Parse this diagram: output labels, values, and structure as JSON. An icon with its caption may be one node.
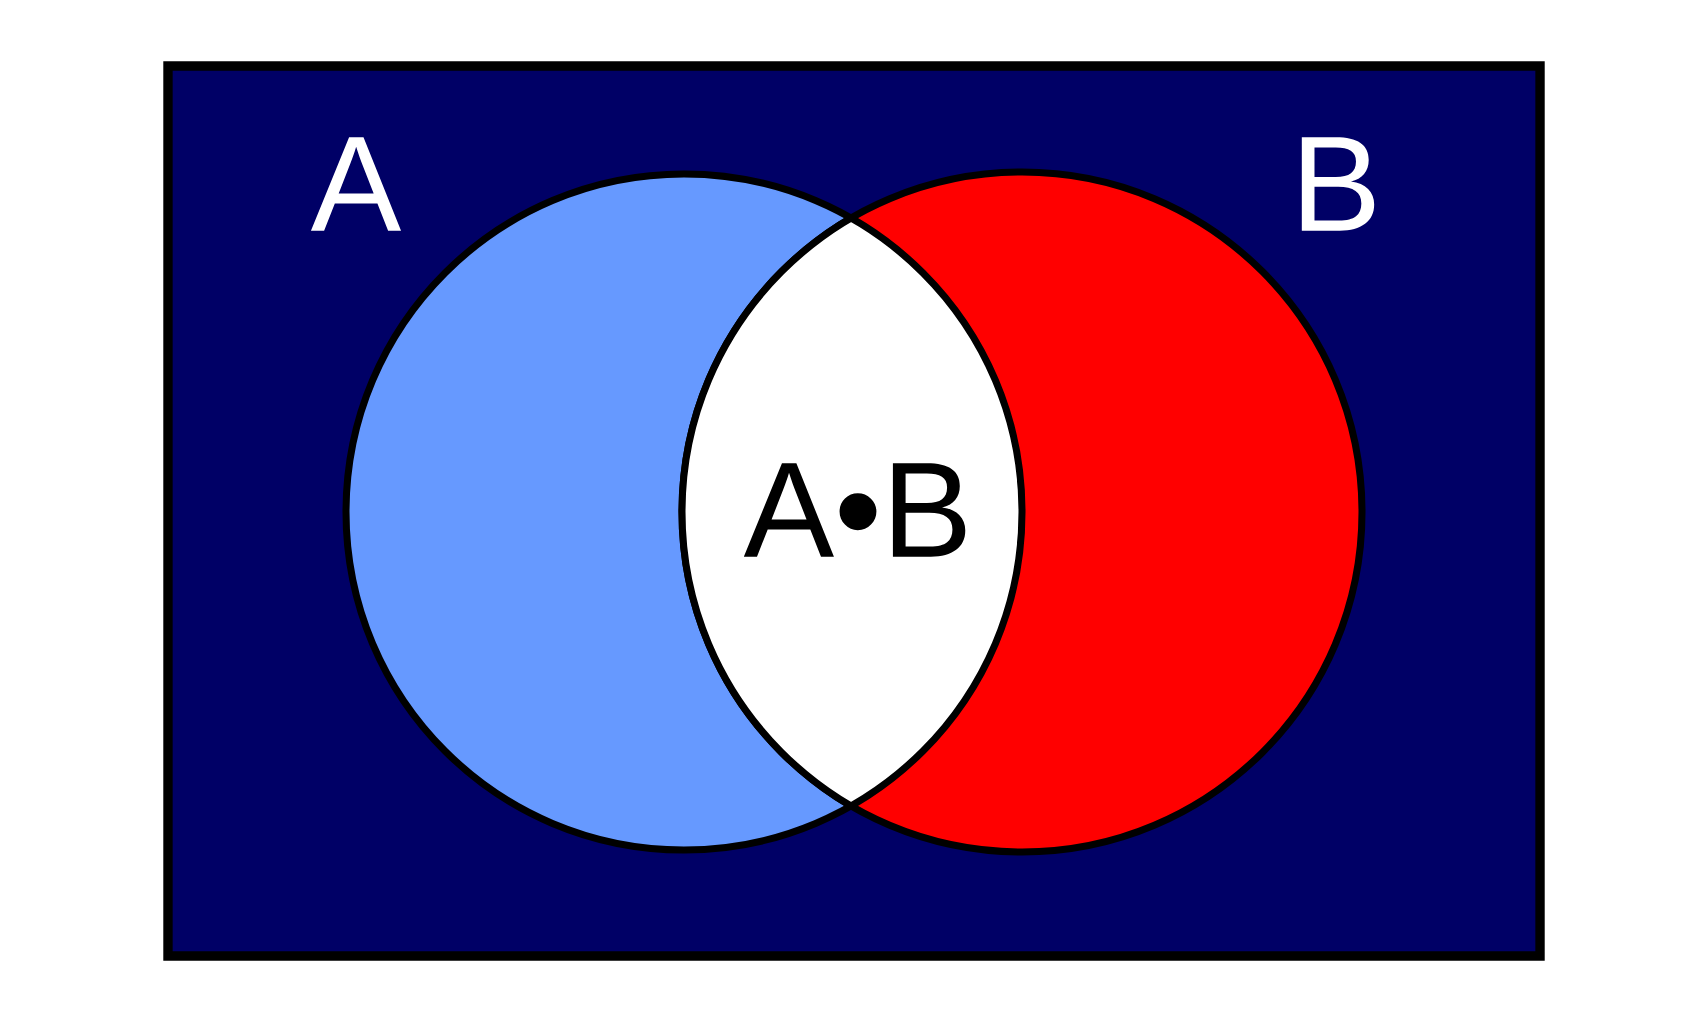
{
  "diagram": {
    "nodes": [
      {
        "text": [],
        "shape": "box"
      }
    ],
    "labels": [
      "A",
      "B",
      "A•B"
    ]
  }
}
